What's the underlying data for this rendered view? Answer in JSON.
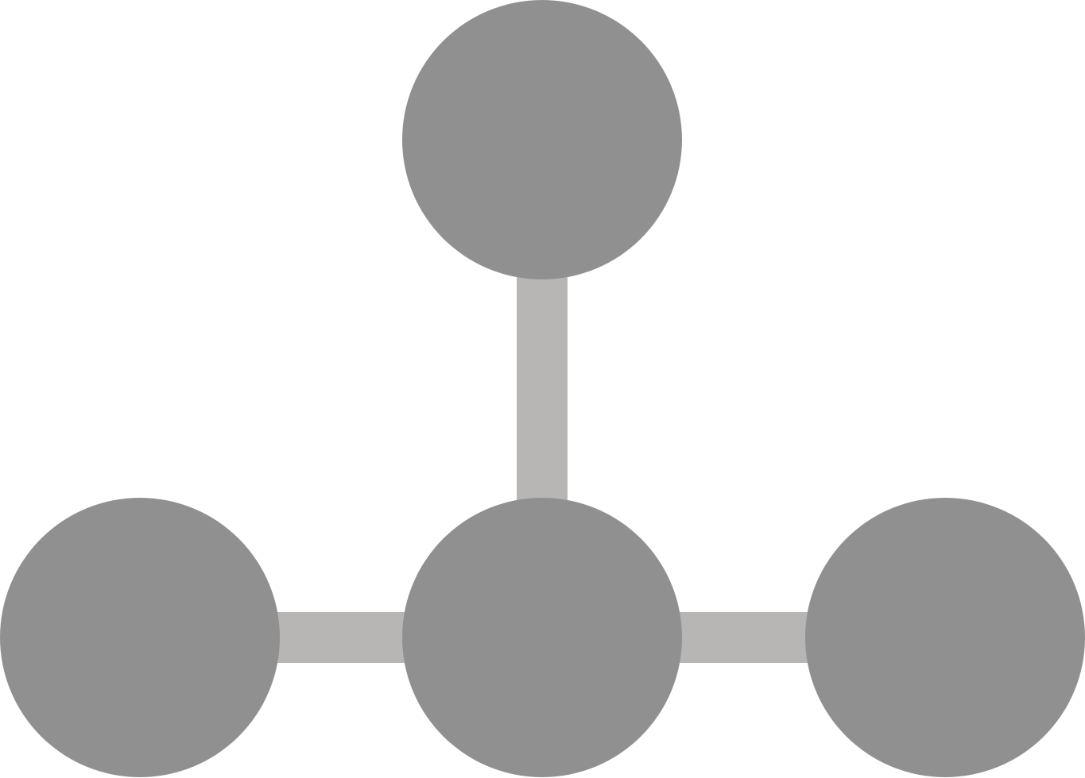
{
  "diagram": {
    "icon": "hierarchy-network-icon",
    "colors": {
      "node": "#909090",
      "connector": "#b7b6b4",
      "background": "#ffffff"
    },
    "nodes": [
      {
        "id": "top"
      },
      {
        "id": "center"
      },
      {
        "id": "left"
      },
      {
        "id": "right"
      }
    ],
    "edges": [
      {
        "from": "top",
        "to": "center"
      },
      {
        "from": "left",
        "to": "center"
      },
      {
        "from": "center",
        "to": "right"
      }
    ]
  }
}
